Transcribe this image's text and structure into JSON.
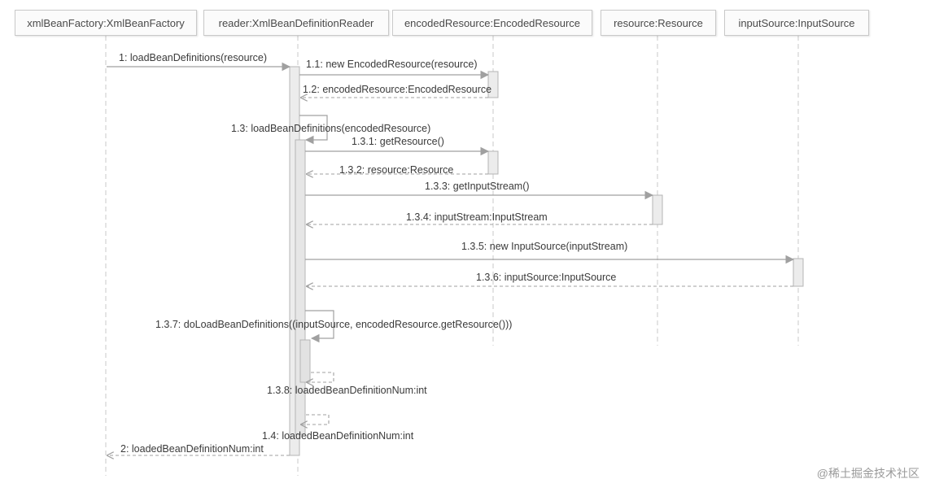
{
  "lifelines": [
    {
      "id": "factory",
      "label": "xmlBeanFactory:XmlBeanFactory"
    },
    {
      "id": "reader",
      "label": "reader:XmlBeanDefinitionReader"
    },
    {
      "id": "encoded",
      "label": "encodedResource:EncodedResource"
    },
    {
      "id": "resource",
      "label": "resource:Resource"
    },
    {
      "id": "input",
      "label": "inputSource:InputSource"
    }
  ],
  "messages": [
    {
      "id": "m1",
      "label": "1: loadBeanDefinitions(resource)",
      "type": "call"
    },
    {
      "id": "m11",
      "label": "1.1: new EncodedResource(resource)",
      "type": "call"
    },
    {
      "id": "m12",
      "label": "1.2: encodedResource:EncodedResource",
      "type": "return"
    },
    {
      "id": "m13",
      "label": "1.3: loadBeanDefinitions(encodedResource)",
      "type": "self"
    },
    {
      "id": "m131",
      "label": "1.3.1: getResource()",
      "type": "call"
    },
    {
      "id": "m132",
      "label": "1.3.2: resource:Resource",
      "type": "return"
    },
    {
      "id": "m133",
      "label": "1.3.3: getInputStream()",
      "type": "call"
    },
    {
      "id": "m134",
      "label": "1.3.4: inputStream:InputStream",
      "type": "return"
    },
    {
      "id": "m135",
      "label": "1.3.5: new InputSource(inputStream)",
      "type": "call"
    },
    {
      "id": "m136",
      "label": "1.3.6: inputSource:InputSource",
      "type": "return"
    },
    {
      "id": "m137",
      "label": "1.3.7: doLoadBeanDefinitions((inputSource, encodedResource.getResource()))",
      "type": "self"
    },
    {
      "id": "m138",
      "label": "1.3.8: loadedBeanDefinitionNum:int",
      "type": "self-return"
    },
    {
      "id": "m14",
      "label": "1.4: loadedBeanDefinitionNum:int",
      "type": "self-return"
    },
    {
      "id": "m2",
      "label": "2: loadedBeanDefinitionNum:int",
      "type": "return"
    }
  ],
  "watermark": "@稀土掘金技术社区",
  "colors": {
    "line": "#9c9c9c",
    "activation_fill": "#ececec",
    "activation_border": "#b5b5b5",
    "text": "#3a3a3a"
  }
}
